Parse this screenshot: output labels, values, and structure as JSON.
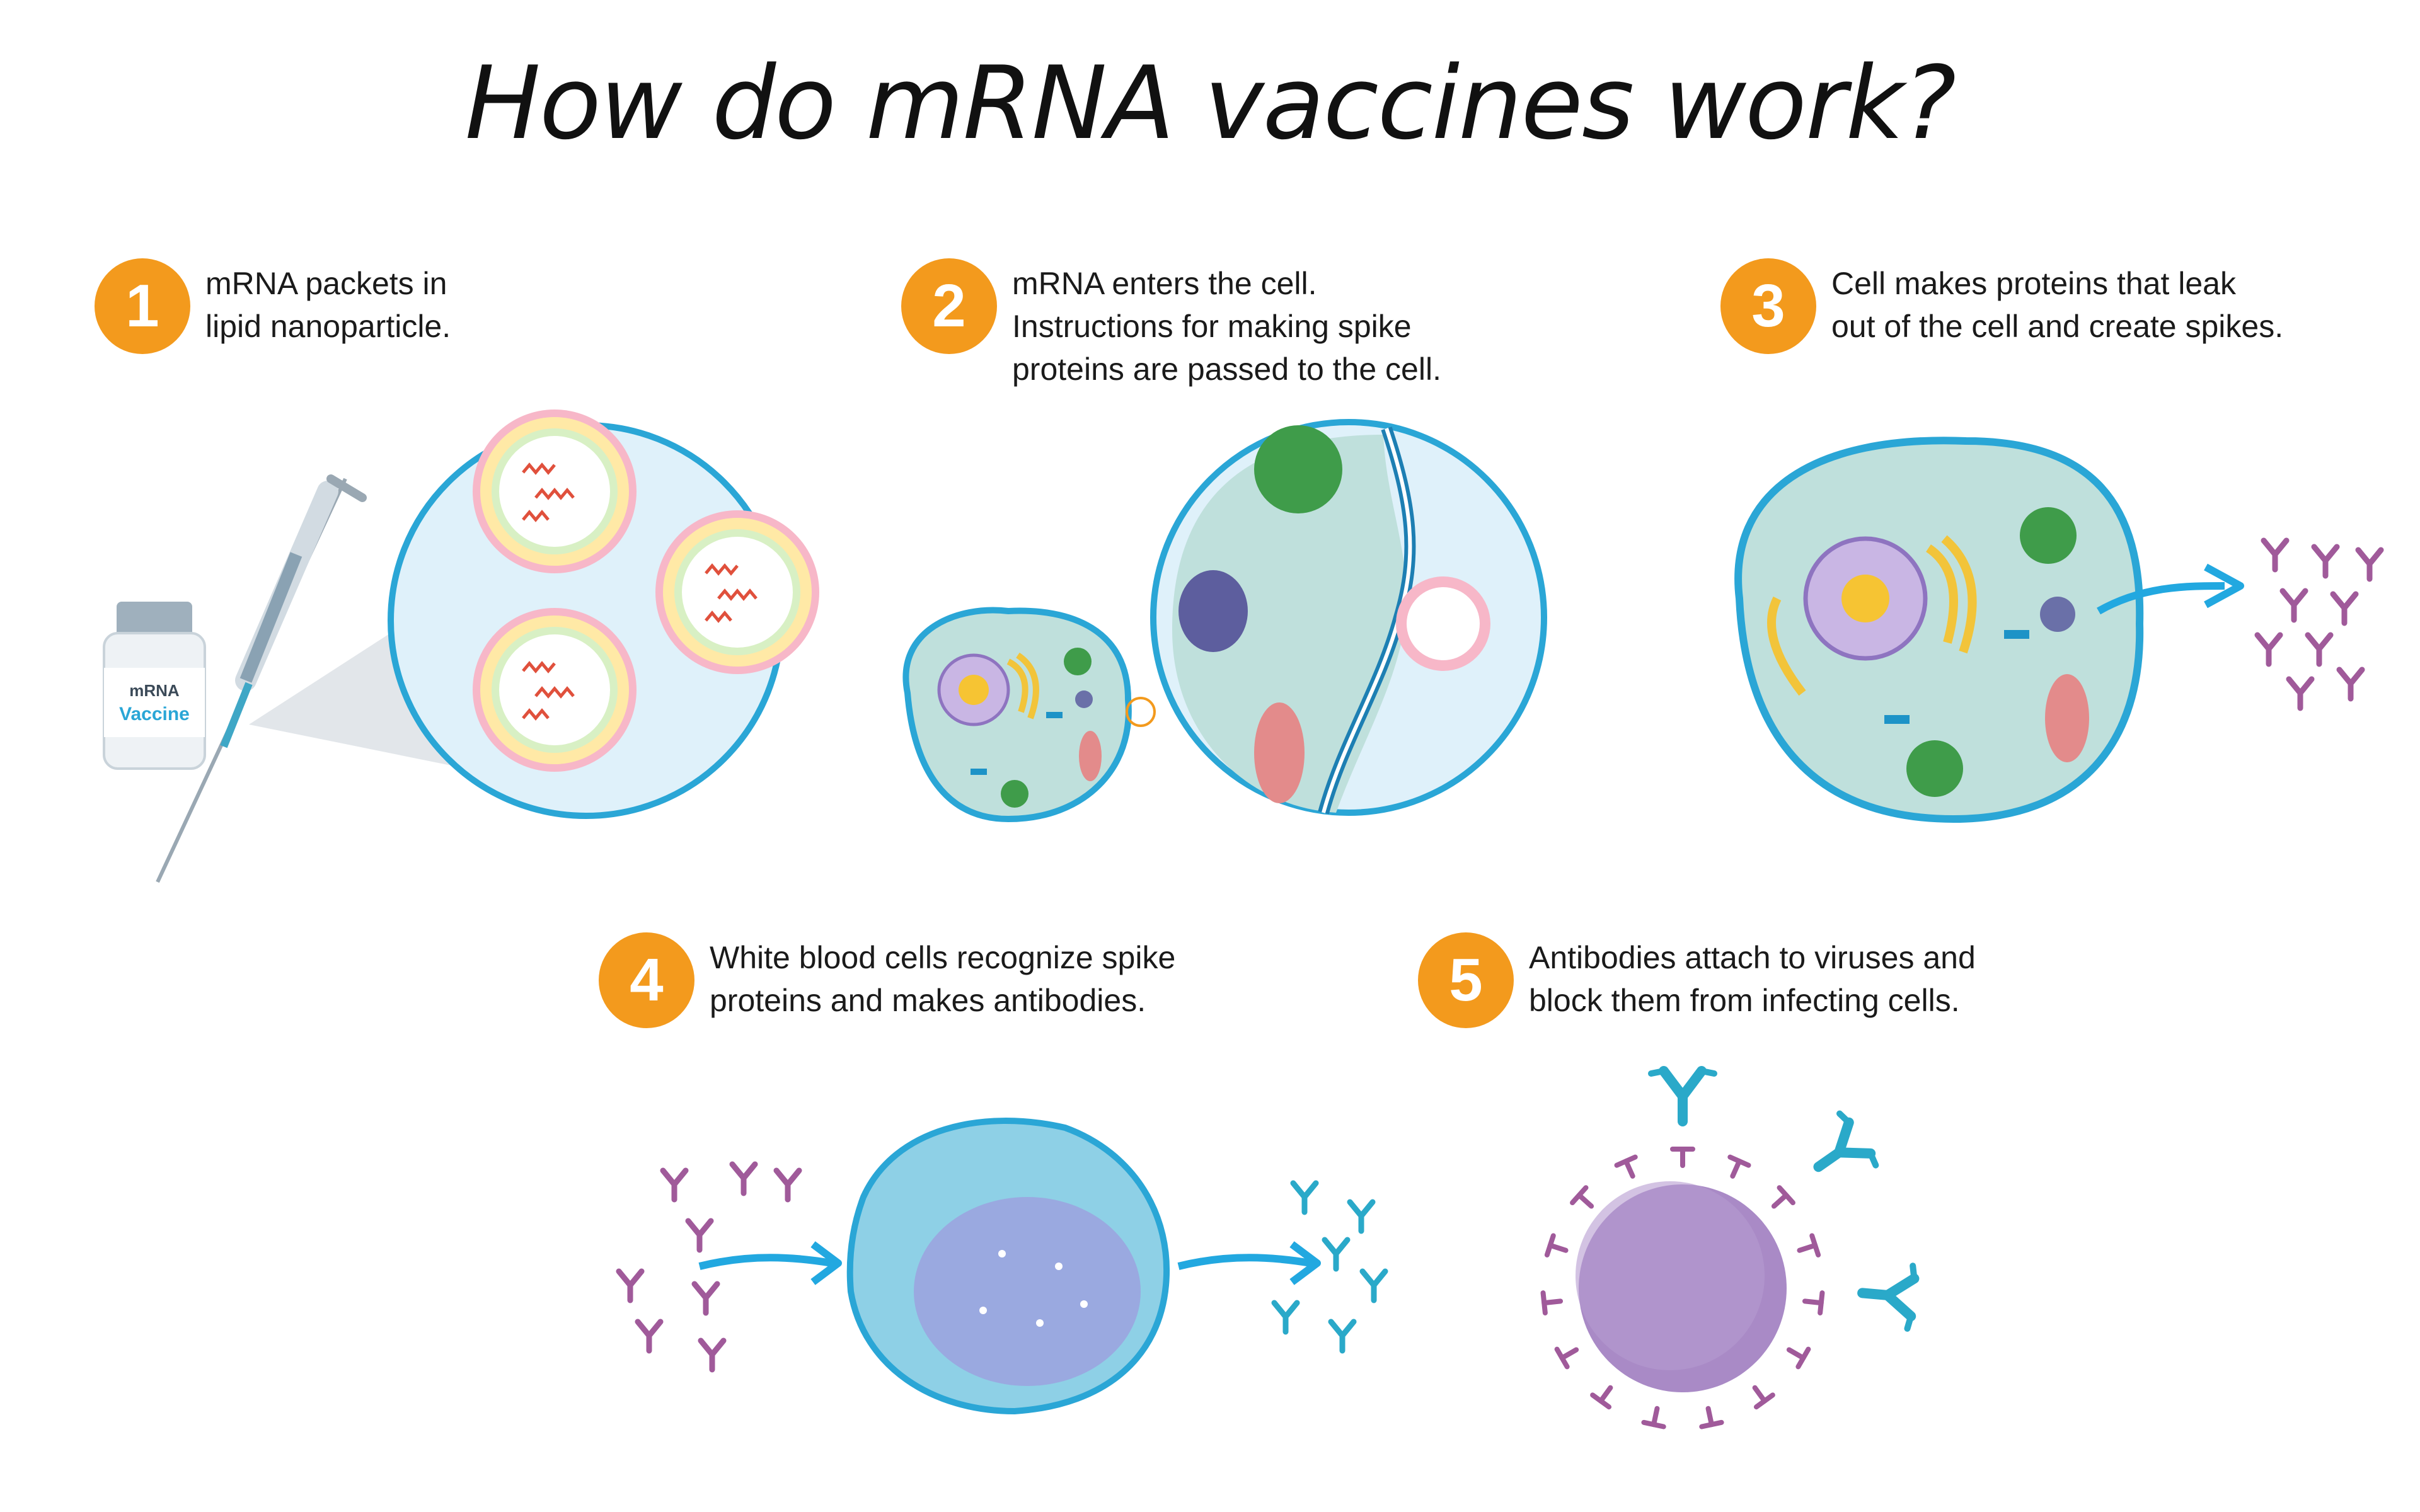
{
  "title": "How do mRNA vaccines work?",
  "steps": [
    {
      "number": "1",
      "text": "mRNA packets in\nlipid nanoparticle."
    },
    {
      "number": "2",
      "text": "mRNA enters the cell.\nInstructions for making spike\nproteins are passed to the cell."
    },
    {
      "number": "3",
      "text": "Cell makes proteins that leak\nout of the cell and create spikes."
    },
    {
      "number": "4",
      "text": "White blood cells recognize spike\nproteins and makes antibodies."
    },
    {
      "number": "5",
      "text": "Antibodies attach to viruses and\nblock them from infecting cells."
    }
  ],
  "vial_label": {
    "line1": "mRNA",
    "line2": "Vaccine"
  },
  "colors": {
    "badge": "#f39a1d",
    "cell_fill": "#bfe0dc",
    "cell_border": "#2aa6d6",
    "spike_protein": "#a05a9a",
    "antibody": "#2aa9c9",
    "virus": "#a98ac6",
    "arrow": "#22a8e0"
  }
}
